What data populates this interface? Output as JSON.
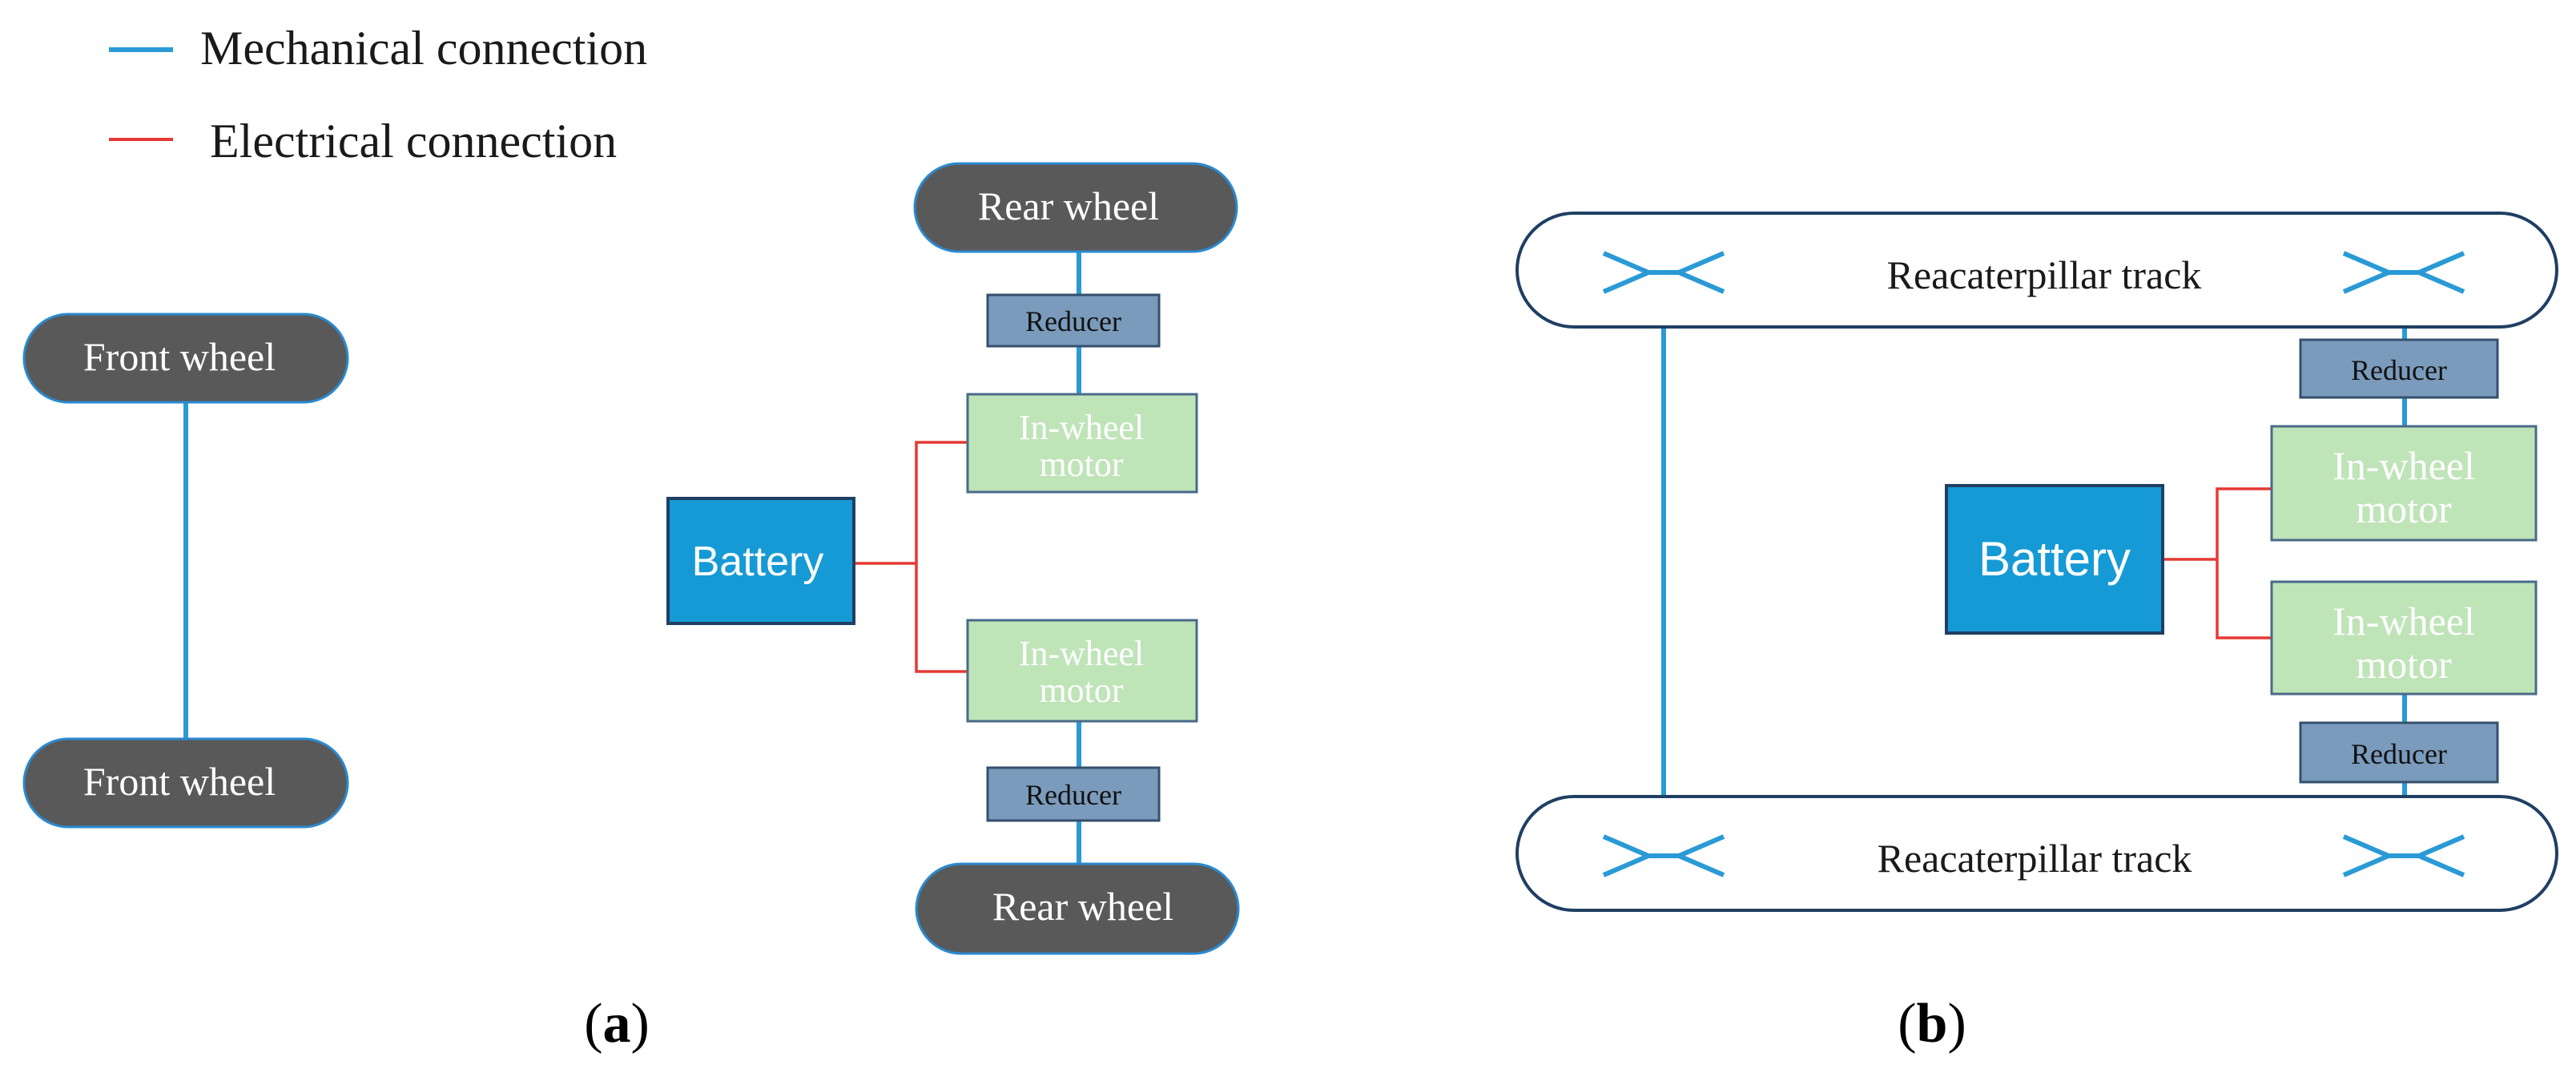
{
  "legend": {
    "mechanical_label": "Mechanical connection",
    "electrical_label": "Electrical connection",
    "mechanical_color": "#2a9ad6",
    "electrical_color": "#e53935"
  },
  "panel_a": {
    "label_open": "(",
    "label_letter": "a",
    "label_close": ")",
    "front_wheel_top": "Front wheel",
    "front_wheel_bottom": "Front wheel",
    "rear_wheel_top": "Rear wheel",
    "rear_wheel_bottom": "Rear wheel",
    "reducer_top": "Reducer",
    "reducer_bottom": "Reducer",
    "motor_top_line1": "In-wheel",
    "motor_top_line2": "motor",
    "motor_bottom_line1": "In-wheel",
    "motor_bottom_line2": "motor",
    "battery": "Battery"
  },
  "panel_b": {
    "label_open": "(",
    "label_letter": "b",
    "label_close": ")",
    "track_top": "Reacaterpillar track",
    "track_bottom": "Reacaterpillar track",
    "reducer_top": "Reducer",
    "reducer_bottom": "Reducer",
    "motor_top_line1": "In-wheel",
    "motor_top_line2": "motor",
    "motor_bottom_line1": "In-wheel",
    "motor_bottom_line2": "motor",
    "battery": "Battery"
  },
  "colors": {
    "wheel_fill": "#595959",
    "reducer_fill": "#7a9bbb",
    "motor_fill": "#bfe4b8",
    "battery_fill": "#169ad6"
  }
}
